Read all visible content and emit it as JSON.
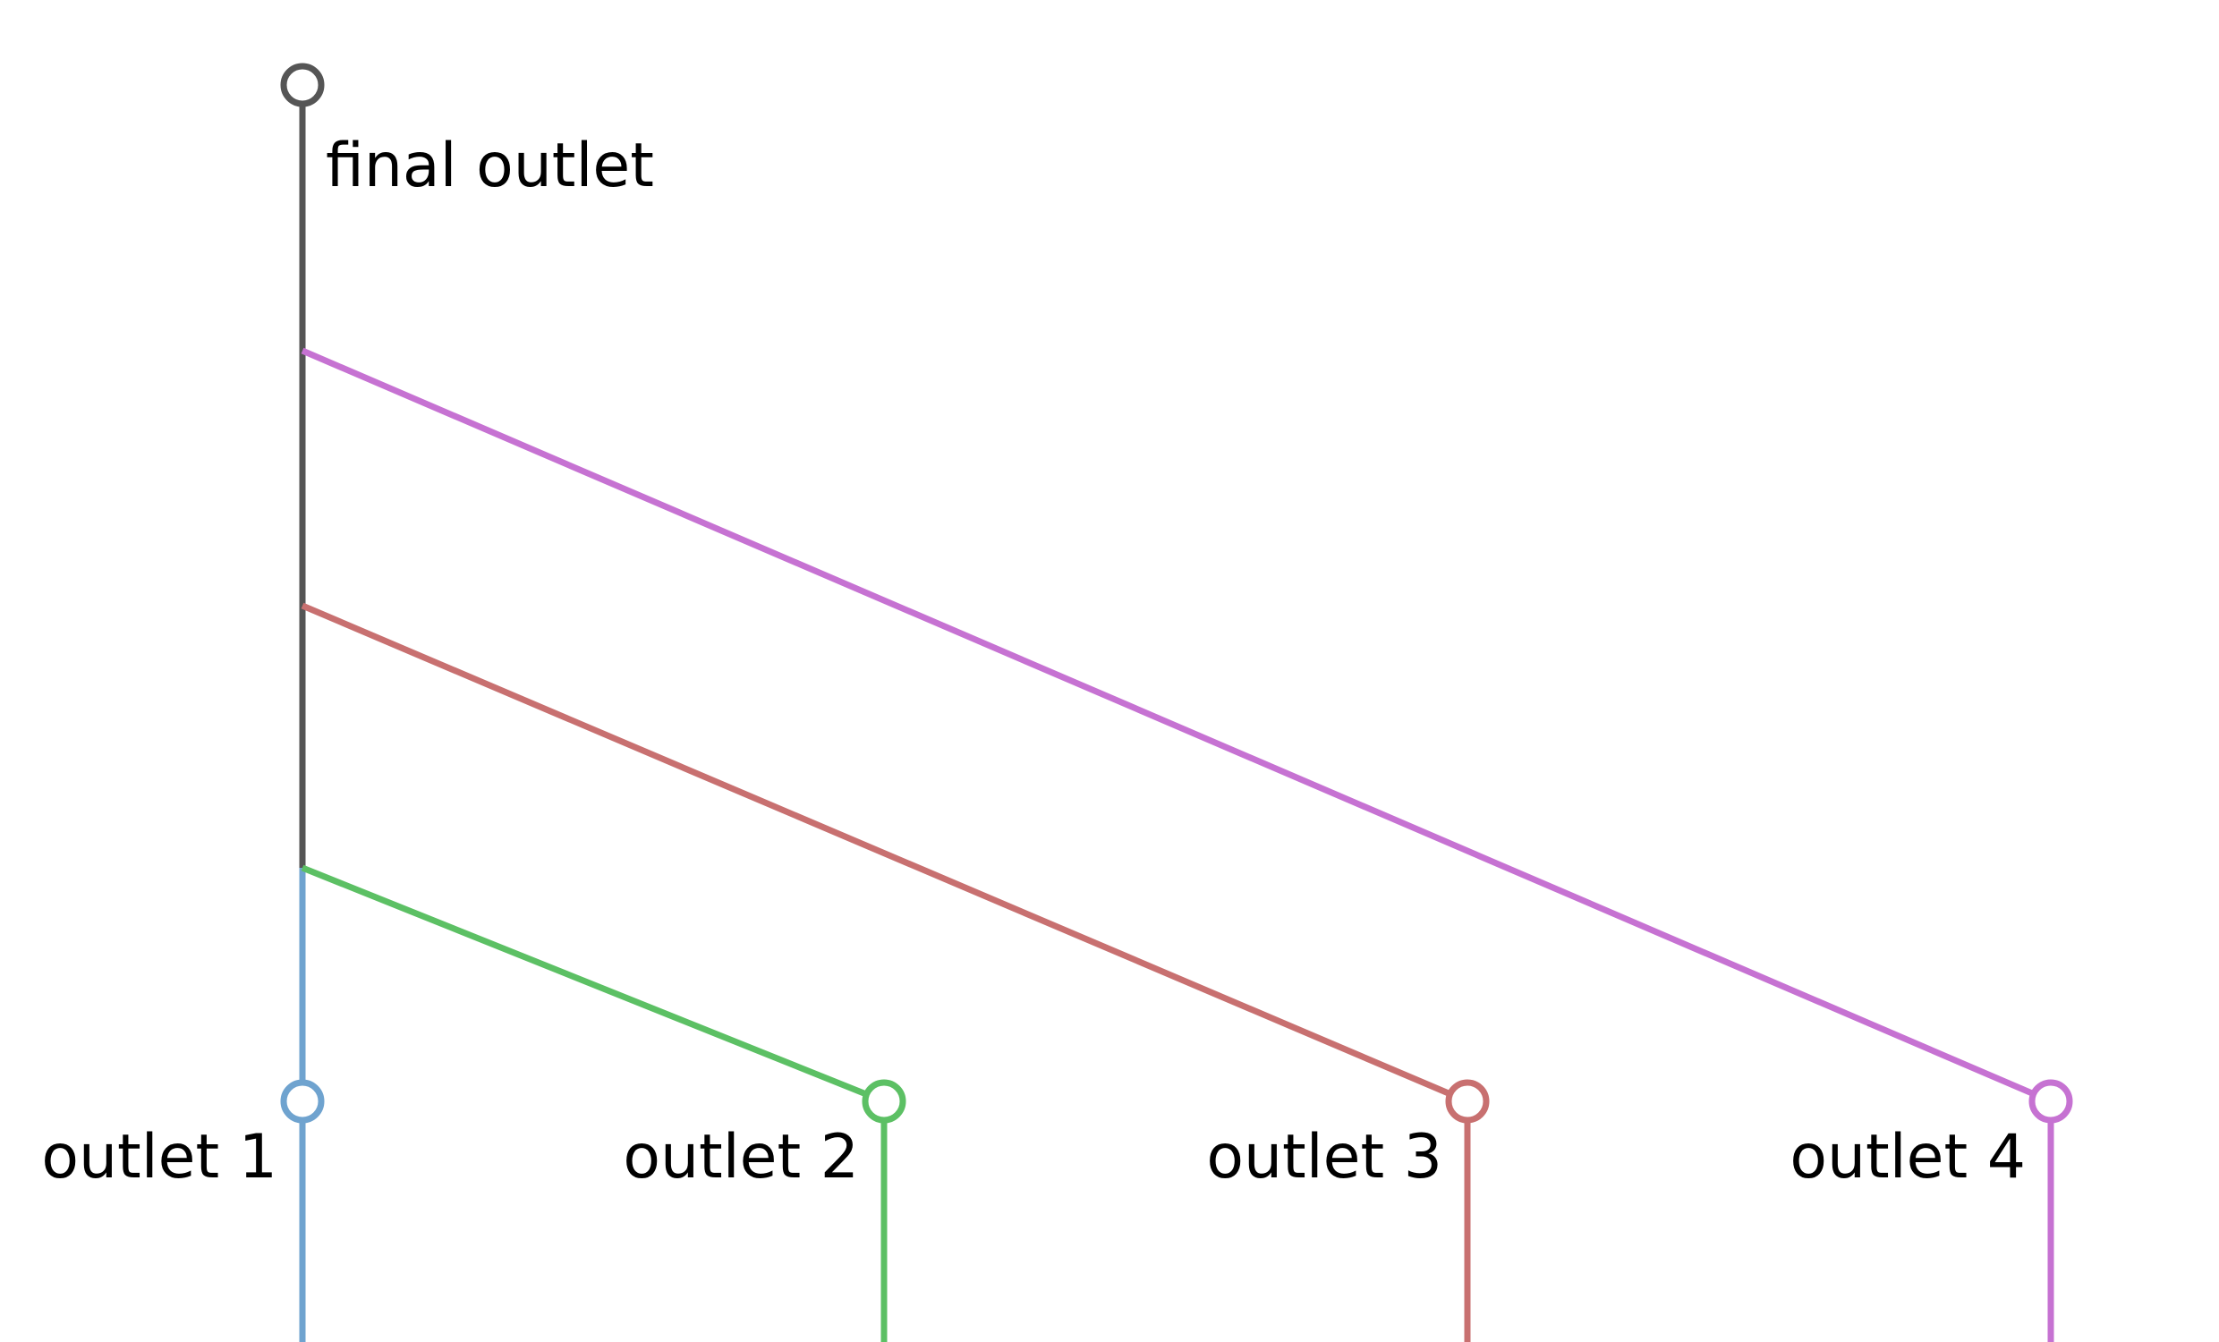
{
  "colors": {
    "final": "#555555",
    "outlet1": "#6fa3cf",
    "outlet2": "#5cc064",
    "outlet3": "#c87070",
    "outlet4": "#c672d2"
  },
  "labels": {
    "final_outlet": "final outlet",
    "outlet_1": "outlet 1",
    "outlet_2": "outlet 2",
    "outlet_3": "outlet 3",
    "outlet_4": "outlet 4"
  }
}
